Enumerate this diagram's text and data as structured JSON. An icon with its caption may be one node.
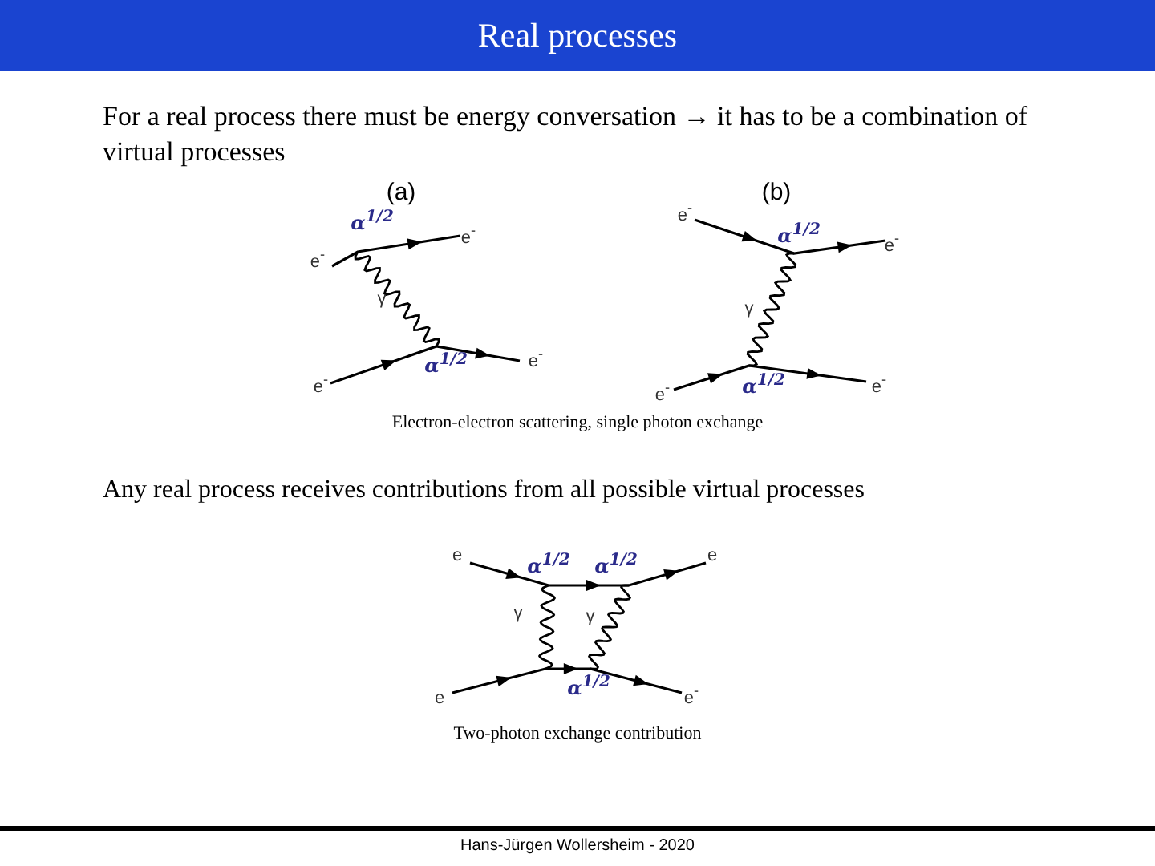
{
  "diagram": {
    "title": "Real processes",
    "labels": [
      "For a real process there must be energy conversation → it has to be a combination of virtual processes",
      "(a)",
      "(b)",
      "e$^{-}$",
      "α$^{1/2}$",
      "e$^{-}$",
      "γ",
      "α$^{1/2}$",
      "e$^{-}$",
      "e$^{-}$",
      "e$^{-}$",
      "α$^{1/2}$",
      "e$^{-}$",
      "γ",
      "e$^{-}$",
      "α$^{1/2}$",
      "e$^{-}$",
      "Electron-electron scattering, single photon exchange",
      "Any real process receives contributions from all possible virtual processes",
      "e",
      "α$^{1/2}$",
      "α$^{1/2}$",
      "e",
      "γ",
      "γ",
      "e",
      "α$^{1/2}$",
      "e$^{-}$",
      "Two-photon exchange contribution",
      "Hans-Jürgen Wollersheim - 2020"
    ]
  }
}
